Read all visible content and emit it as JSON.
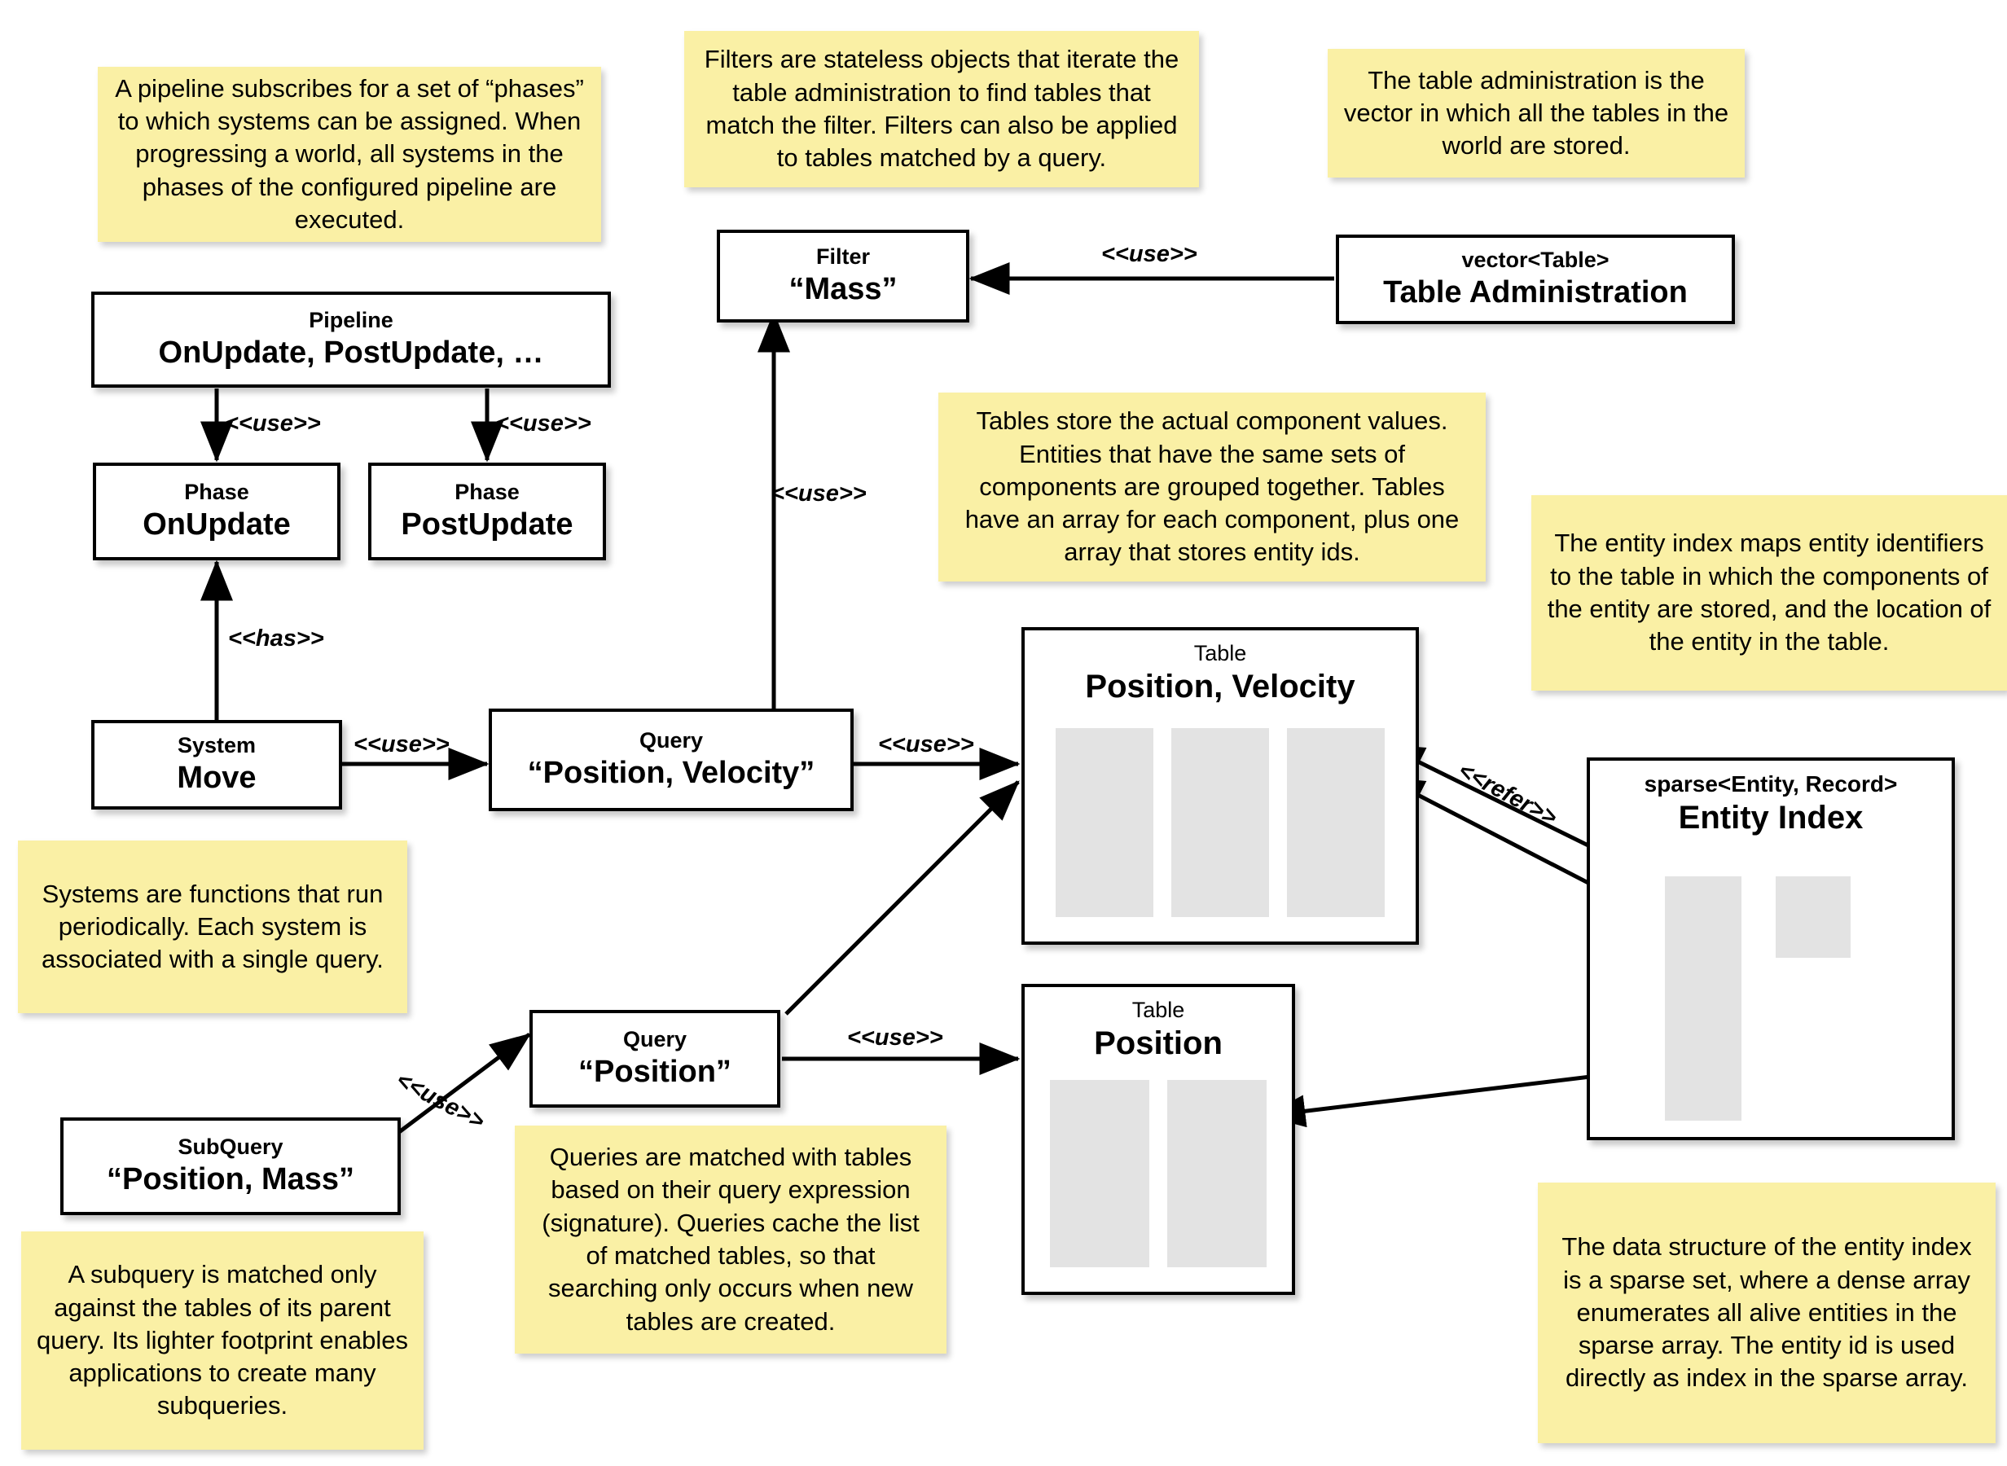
{
  "diagram": {
    "title": "ECS storage architecture diagram",
    "colors": {
      "note_fill": "#faf0a5",
      "box_fill": "#ffffff",
      "box_stroke": "#000000",
      "column_fill": "#e3e3e3"
    }
  },
  "notes": [
    {
      "id": "note-pipeline",
      "text": "A pipeline subscribes for a set of “phases” to which systems can be assigned. When progressing a world, all systems in the phases of the configured pipeline are executed."
    },
    {
      "id": "note-filter",
      "text": "Filters are stateless objects that iterate the table administration to find tables that match the filter. Filters can also be applied to tables matched by a query."
    },
    {
      "id": "note-table-admin",
      "text": "The table administration is the vector in which all the tables in the world are stored."
    },
    {
      "id": "note-tables",
      "text": "Tables store the actual component values. Entities that have the same sets of components are grouped together. Tables have an array for each component, plus one array that stores entity ids."
    },
    {
      "id": "note-entity-index",
      "text": "The entity index maps entity identifiers to the table in which the components of the entity are stored, and the location of the entity in the table."
    },
    {
      "id": "note-systems",
      "text": "Systems are functions that run periodically. Each system is associated with a single query."
    },
    {
      "id": "note-queries",
      "text": "Queries are matched with tables based on their query expression (signature). Queries cache the list of matched tables, so that searching only occurs when new tables are created."
    },
    {
      "id": "note-subquery",
      "text": "A subquery is matched only against the tables of its parent query. Its lighter footprint enables applications to create many subqueries."
    },
    {
      "id": "note-sparse-set",
      "text": "The data structure of the entity index is a sparse set, where a dense array enumerates all alive entities in the sparse array. The entity id is used directly as index in the sparse array."
    }
  ],
  "boxes": [
    {
      "id": "box-pipeline",
      "stereotype": "Pipeline",
      "name": "OnUpdate, PostUpdate, …"
    },
    {
      "id": "box-phase-onupdate",
      "stereotype": "Phase",
      "name": "OnUpdate"
    },
    {
      "id": "box-phase-postupdate",
      "stereotype": "Phase",
      "name": "PostUpdate"
    },
    {
      "id": "box-system-move",
      "stereotype": "System",
      "name": "Move"
    },
    {
      "id": "box-query-pv",
      "stereotype": "Query",
      "name": "“Position, Velocity”"
    },
    {
      "id": "box-query-p",
      "stereotype": "Query",
      "name": "“Position”"
    },
    {
      "id": "box-subquery",
      "stereotype": "SubQuery",
      "name": "“Position, Mass”"
    },
    {
      "id": "box-filter-mass",
      "stereotype": "Filter",
      "name": "“Mass”"
    },
    {
      "id": "box-table-admin",
      "stereotype": "vector<Table>",
      "name": "Table Administration"
    },
    {
      "id": "box-table-pv",
      "stereotype": "Table",
      "name": "Position, Velocity",
      "columns": 3
    },
    {
      "id": "box-table-p",
      "stereotype": "Table",
      "name": "Position",
      "columns": 2
    },
    {
      "id": "box-entity-index",
      "stereotype": "sparse<Entity, Record>",
      "name": "Entity Index"
    }
  ],
  "edge_labels": {
    "pipeline_to_onupdate": "<<use>>",
    "pipeline_to_postupdate": "<<use>>",
    "system_to_phase": "<<has>>",
    "system_to_query": "<<use>>",
    "query_to_filter": "<<use>>",
    "tableadmin_to_filter": "<<use>>",
    "query_pv_to_table": "<<use>>",
    "query_p_to_table": "<<use>>",
    "subquery_to_query": "<<use>>",
    "entityindex_to_table": "<<refer>>"
  }
}
